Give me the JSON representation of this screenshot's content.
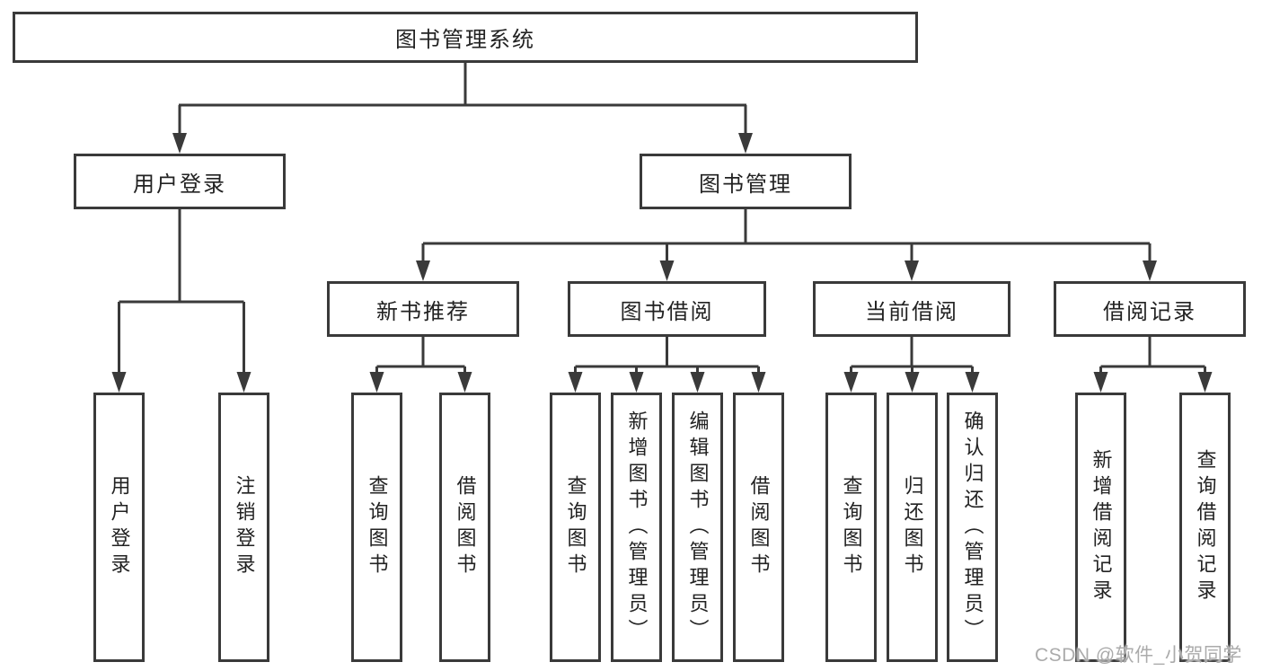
{
  "diagram": {
    "root": {
      "label": "图书管理系统"
    },
    "level2": [
      {
        "label": "用户登录"
      },
      {
        "label": "图书管理"
      }
    ],
    "level3": [
      {
        "label": "新书推荐",
        "parent": "图书管理"
      },
      {
        "label": "图书借阅",
        "parent": "图书管理"
      },
      {
        "label": "当前借阅",
        "parent": "图书管理"
      },
      {
        "label": "借阅记录",
        "parent": "图书管理"
      }
    ],
    "leaves": [
      {
        "parent": "用户登录",
        "label": "用户登录"
      },
      {
        "parent": "用户登录",
        "label": "注销登录"
      },
      {
        "parent": "新书推荐",
        "label": "查询图书"
      },
      {
        "parent": "新书推荐",
        "label": "借阅图书"
      },
      {
        "parent": "图书借阅",
        "label": "查询图书"
      },
      {
        "parent": "图书借阅",
        "label": "新增图书（管理员）"
      },
      {
        "parent": "图书借阅",
        "label": "编辑图书（管理员）"
      },
      {
        "parent": "图书借阅",
        "label": "借阅图书"
      },
      {
        "parent": "当前借阅",
        "label": "查询图书"
      },
      {
        "parent": "当前借阅",
        "label": "归还图书"
      },
      {
        "parent": "当前借阅",
        "label": "确认归还（管理员）"
      },
      {
        "parent": "借阅记录",
        "label": "新增借阅记录"
      },
      {
        "parent": "借阅记录",
        "label": "查询借阅记录"
      }
    ],
    "watermark": "CSDN @软件_小贺同学",
    "colors": {
      "line": "#3a3a3a",
      "text": "#222222",
      "watermark": "#ababab",
      "background": "#ffffff"
    }
  }
}
